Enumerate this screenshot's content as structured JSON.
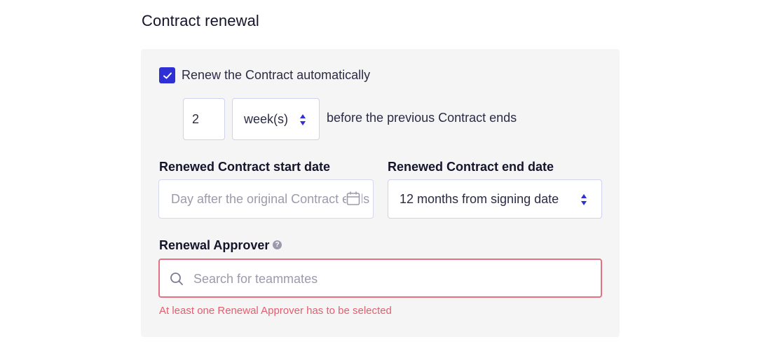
{
  "section": {
    "title": "Contract renewal"
  },
  "auto_renew": {
    "checked": true,
    "label": "Renew the Contract automatically"
  },
  "notice": {
    "amount": "2",
    "unit": "week(s)",
    "suffix": "before the previous Contract ends"
  },
  "start_date": {
    "label": "Renewed Contract start date",
    "placeholder": "Day after the original Contract ends"
  },
  "end_date": {
    "label": "Renewed Contract end date",
    "value": "12 months from signing date"
  },
  "approver": {
    "label": "Renewal Approver",
    "help_icon": "?",
    "placeholder": "Search for teammates",
    "error": "At least one Renewal Approver has to be selected"
  },
  "colors": {
    "accent": "#2f2fd6",
    "error": "#e55d6e",
    "panel_bg": "#f5f5f6"
  },
  "icons": [
    "checkmark-icon",
    "updown-arrows-icon",
    "calendar-icon",
    "help-icon",
    "search-icon"
  ]
}
